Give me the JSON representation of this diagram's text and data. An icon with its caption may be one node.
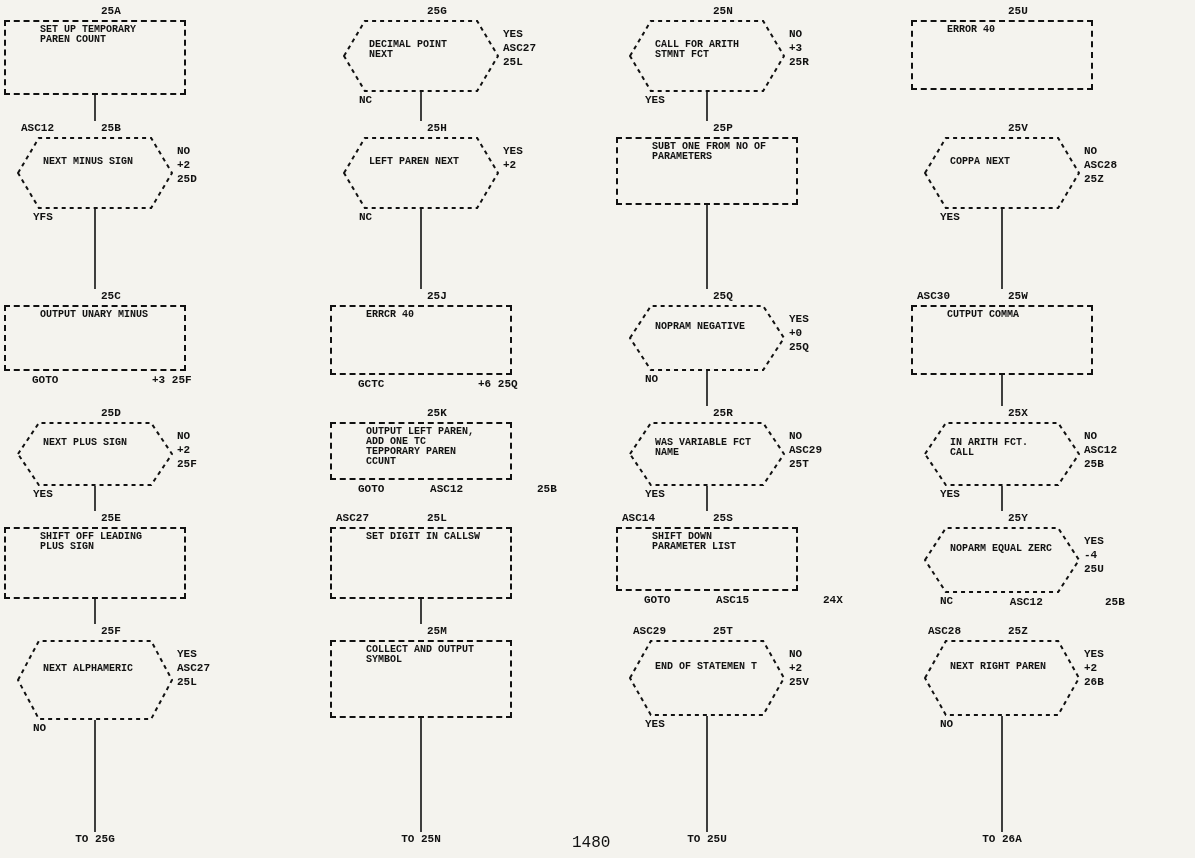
{
  "diagram": {
    "nodes": [
      {
        "text": [
          "25A",
          "SET UP TEMPORARY PAREN COUNT"
        ]
      },
      {
        "text": [
          "25B",
          "NEXT MINUS SIGN"
        ],
        "beside": [
          "ASC12",
          "NO",
          "+2",
          "25D",
          "YFS"
        ]
      },
      {
        "text": [
          "25C",
          "OUTPUT UNARY MINUS"
        ],
        "beside": [
          "GOTO",
          "+3 25F"
        ]
      },
      {
        "text": [
          "25D",
          "NEXT PLUS SIGN"
        ],
        "beside": [
          "NO",
          "+2",
          "25F",
          "YES"
        ]
      },
      {
        "text": [
          "25E",
          "SHIFT OFF LEADING PLUS SIGN"
        ]
      },
      {
        "text": [
          "25F",
          "NEXT ALPHAMERIC"
        ],
        "beside": [
          "YES",
          "ASC27",
          "25L",
          "NO"
        ]
      },
      {
        "text": [
          "TO 25G"
        ]
      },
      {
        "text": [
          "25G",
          "DECIMAL POINT NEXT"
        ],
        "beside": [
          "YES",
          "ASC27",
          "25L",
          "NC"
        ]
      },
      {
        "text": [
          "25H",
          "LEFT PAREN NEXT"
        ],
        "beside": [
          "YES",
          "+2",
          "NC"
        ]
      },
      {
        "text": [
          "25J",
          "ERRCR 40"
        ],
        "beside": [
          "GCTC",
          "+6 25Q"
        ]
      },
      {
        "text": [
          "25K",
          "OUTPUT LEFT PAREN, ADD ONE TC TEPPORARY PAREN CCUNT"
        ],
        "beside": [
          "GOTO",
          "ASC12",
          "25B"
        ]
      },
      {
        "text": [
          "25L",
          "SET DIGIT IN CALLSW"
        ],
        "beside": [
          "ASC27"
        ]
      },
      {
        "text": [
          "25M",
          "COLLECT AND OUTPUT SYMBOL"
        ]
      },
      {
        "text": [
          "TO 25N"
        ]
      },
      {
        "text": [
          "25N",
          "CALL FOR ARITH STMNT FCT"
        ],
        "beside": [
          "NO",
          "+3",
          "25R",
          "YES"
        ]
      },
      {
        "text": [
          "25P",
          "SUBT ONE FROM NO OF PARAMETERS"
        ]
      },
      {
        "text": [
          "25Q",
          "NOPRAM NEGATIVE"
        ],
        "beside": [
          "YES",
          "+0",
          "25Q",
          "NO"
        ]
      },
      {
        "text": [
          "25R",
          "WAS VARIABLE FCT NAME"
        ],
        "beside": [
          "NO",
          "ASC29",
          "25T",
          "YES"
        ]
      },
      {
        "text": [
          "25S",
          "SHIFT DOWN PARAMETER LIST"
        ],
        "beside": [
          "ASC14",
          "GOTO",
          "ASC15",
          "24X"
        ]
      },
      {
        "text": [
          "25T",
          "END OF STATEMEN T"
        ],
        "beside": [
          "ASC29",
          "NO",
          "+2",
          "25V",
          "YES"
        ]
      },
      {
        "text": [
          "TO 25U"
        ]
      },
      {
        "text": [
          "25U",
          "ERROR 40"
        ]
      },
      {
        "text": [
          "25V",
          "COPPA NEXT"
        ],
        "beside": [
          "NO",
          "ASC28",
          "25Z",
          "YES"
        ]
      },
      {
        "text": [
          "25W",
          "CUTPUT COMMA"
        ],
        "beside": [
          "ASC30"
        ]
      },
      {
        "text": [
          "25X",
          "IN ARITH FCT. CALL"
        ],
        "beside": [
          "NO",
          "ASC12",
          "25B",
          "YES"
        ]
      },
      {
        "text": [
          "25Y",
          "NOPARM EQUAL ZERC"
        ],
        "beside": [
          "YES",
          "-4",
          "25U",
          "NC",
          "ASC12",
          "25B"
        ]
      },
      {
        "text": [
          "25Z",
          "NEXT RIGHT PAREN"
        ],
        "beside": [
          "ASC28",
          "YES",
          "+2",
          "26B",
          "NO"
        ]
      },
      {
        "text": [
          "TO 26A"
        ]
      }
    ],
    "edges": [
      {
        "from": 0,
        "to": 1,
        "arrow": "none"
      },
      {
        "from": 1,
        "to": 2,
        "arrow": "none"
      },
      {
        "from": 3,
        "to": 4,
        "arrow": "none"
      },
      {
        "from": 4,
        "to": 5,
        "arrow": "none"
      },
      {
        "from": 5,
        "to": 6,
        "arrow": "none"
      },
      {
        "from": 7,
        "to": 8,
        "arrow": "none"
      },
      {
        "from": 8,
        "to": 9,
        "arrow": "none"
      },
      {
        "from": 11,
        "to": 12,
        "arrow": "none"
      },
      {
        "from": 12,
        "to": 13,
        "arrow": "none"
      },
      {
        "from": 14,
        "to": 15,
        "arrow": "none"
      },
      {
        "from": 15,
        "to": 16,
        "arrow": "none"
      },
      {
        "from": 16,
        "to": 17,
        "arrow": "none"
      },
      {
        "from": 17,
        "to": 18,
        "arrow": "none"
      },
      {
        "from": 19,
        "to": 20,
        "arrow": "none"
      },
      {
        "from": 22,
        "to": 23,
        "arrow": "none"
      },
      {
        "from": 23,
        "to": 24,
        "arrow": "none"
      },
      {
        "from": 24,
        "to": 25,
        "arrow": "none"
      },
      {
        "from": 26,
        "to": 27,
        "arrow": "none"
      }
    ],
    "labels": [
      "1480"
    ]
  }
}
